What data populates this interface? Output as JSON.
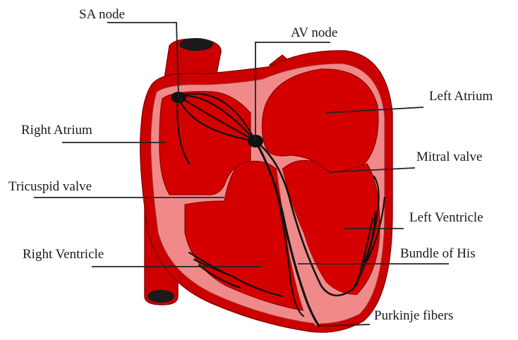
{
  "labels": {
    "sa_node": "SA node",
    "av_node": "AV node",
    "right_atrium": "Right Atrium",
    "left_atrium": "Left Atrium",
    "mitral_valve": "Mitral valve",
    "tricuspid_valve": "Tricuspid valve",
    "left_ventricle": "Left Ventricle",
    "right_ventricle": "Right Ventricle",
    "bundle_of_his": "Bundle of His",
    "purkinje_fibers": "Purkinje fibers"
  },
  "colors": {
    "heart_outer": "#cc0000",
    "heart_wall": "#f08080",
    "chamber": "#d40000",
    "conduction": "#111111",
    "leader_line": "#222222"
  }
}
